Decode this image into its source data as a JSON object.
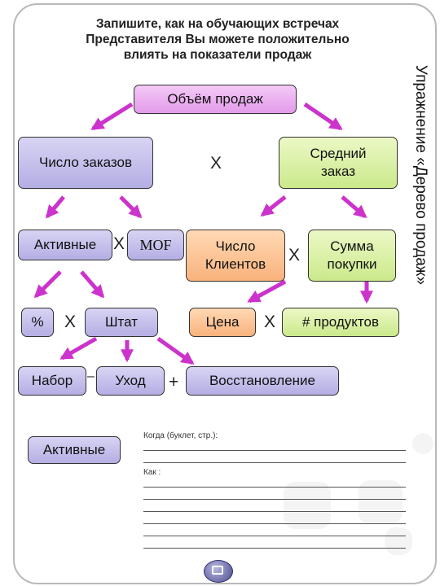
{
  "header": {
    "line1": "Запишите, как на обучающих встречах",
    "line2": "Представителя Вы можете положительно",
    "line3": "влиять на показатели продаж"
  },
  "side_title": "Упражнение «Дерево продаж»",
  "tree": {
    "sales_volume": "Объём продаж",
    "order_count": "Число заказов",
    "average_order_line1": "Средний",
    "average_order_line2": "заказ",
    "active": "Активные",
    "mof": "MOF",
    "clients_line1": "Число",
    "clients_line2": "Клиентов",
    "purchase_sum_line1": "Сумма",
    "purchase_sum_line2": "покупки",
    "percent": "%",
    "staff": "Штат",
    "price": "Цена",
    "products": "# продуктов",
    "hiring": "Набор",
    "leaving": "Уход",
    "recovery": "Восстановление",
    "active_bottom": "Активные"
  },
  "operators": {
    "times": "X",
    "times_small": "X",
    "minus": "–",
    "plus": "+"
  },
  "form": {
    "when_label": "Когда (буклет, стр.):",
    "how_label": "Как :"
  },
  "colors": {
    "pink": "#e8a3ee",
    "lavender": "#c0bbea",
    "green": "#d6ef9e",
    "orange": "#fbbf8a",
    "arrow": "#cc33cc"
  }
}
